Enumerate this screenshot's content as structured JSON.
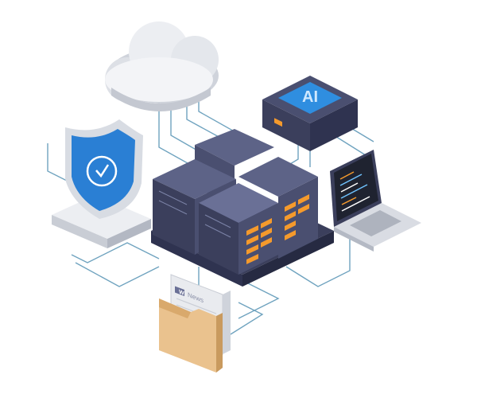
{
  "illustration": {
    "ai_chip_label": "AI",
    "document_badge": "W",
    "document_title": "News",
    "colors": {
      "wire": "#6fa3bf",
      "server_dark": "#3b3f5c",
      "server_mid": "#4a4f70",
      "server_light": "#5d6387",
      "led_orange": "#f59a2c",
      "shield_blue": "#2a7fd4",
      "cloud": "#e9ebef",
      "folder": "#eac28e",
      "ai_screen": "#2f8ee0",
      "laptop_screen": "#1f2330"
    },
    "icons": [
      "cloud-icon",
      "shield-check-icon",
      "ai-chip-icon",
      "server-rack-icon",
      "laptop-icon",
      "folder-document-icon"
    ]
  }
}
